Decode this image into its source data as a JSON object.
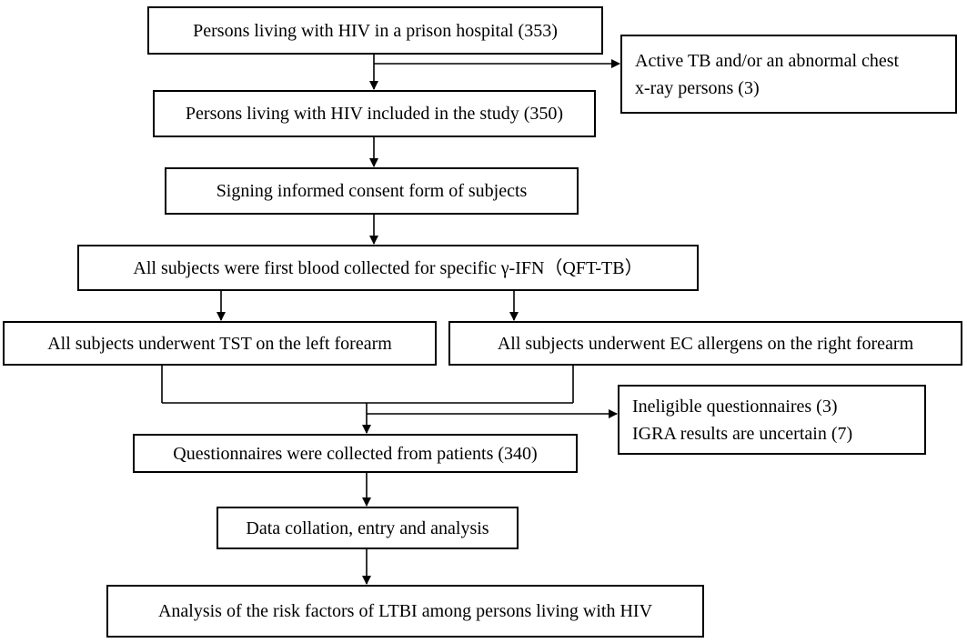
{
  "boxes": {
    "b1": "Persons living with HIV in a prison hospital (353)",
    "excl1_line1": "Active TB and/or an abnormal chest",
    "excl1_line2": "x-ray persons (3)",
    "b2": "Persons living with HIV included in the study (350)",
    "b3": "Signing informed consent form of subjects",
    "b4": "All subjects were first blood collected for specific γ-IFN（QFT-TB）",
    "b5_left": "All subjects underwent TST on the left forearm",
    "b5_right": "All subjects underwent EC allergens on the right forearm",
    "excl2_line1": "Ineligible questionnaires (3)",
    "excl2_line2": "IGRA results are uncertain (7)",
    "b6": "Questionnaires were collected from patients (340)",
    "b7": "Data collation, entry and analysis",
    "b8": "Analysis of the risk factors of LTBI among persons living with HIV"
  }
}
